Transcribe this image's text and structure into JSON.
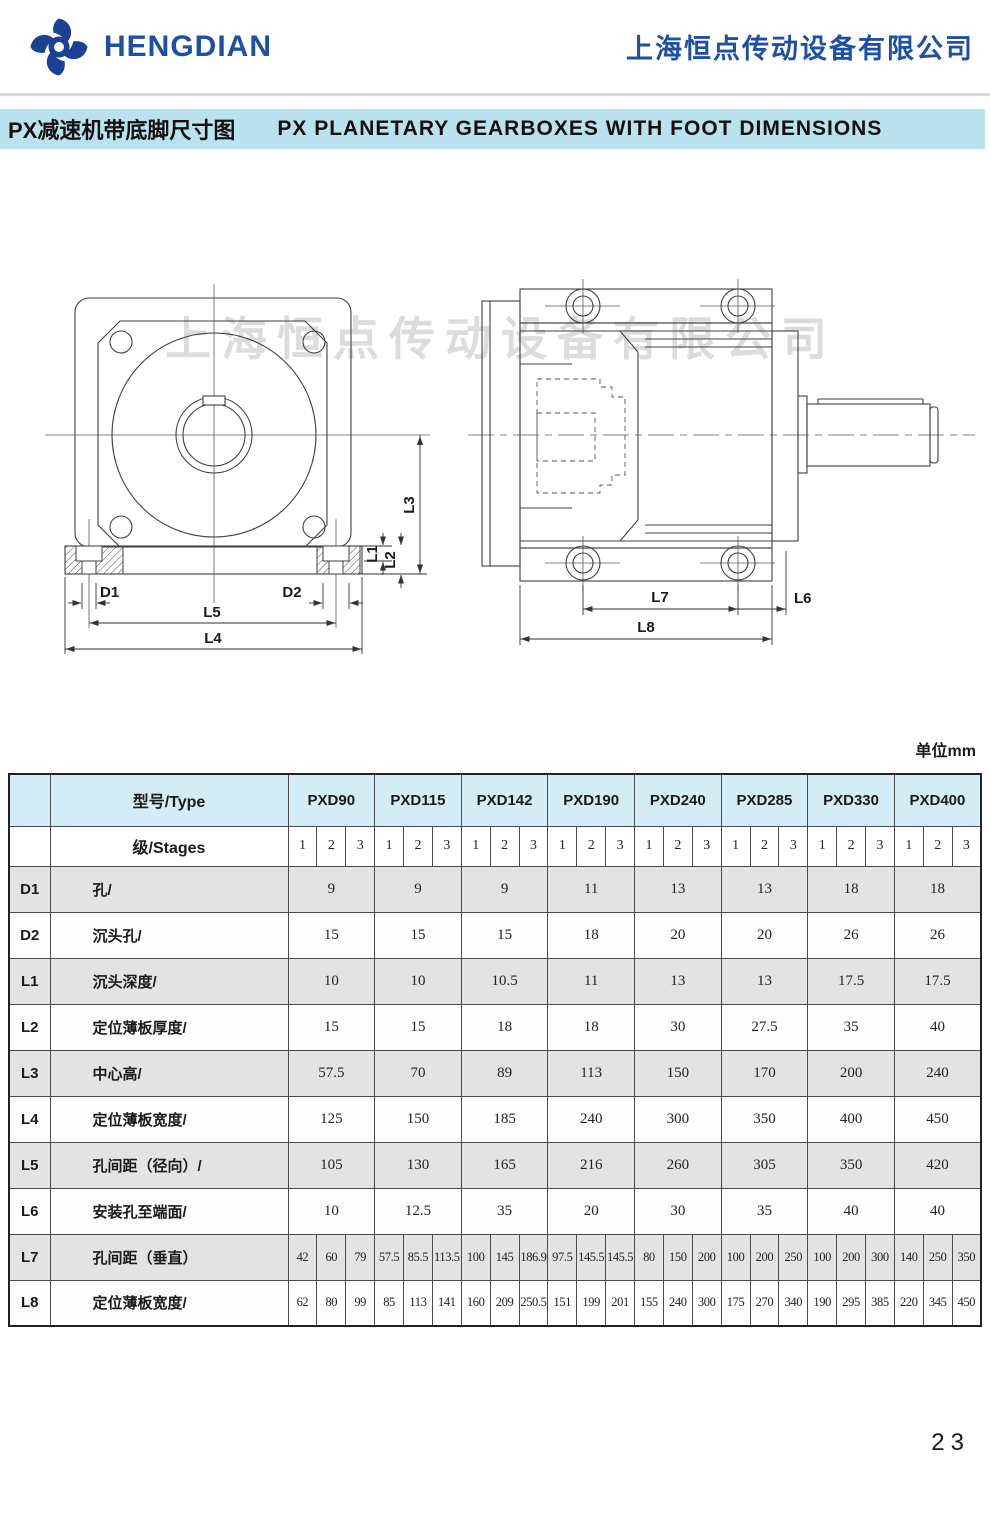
{
  "header": {
    "brand": "HENGDIAN",
    "company": "上海恒点传动设备有限公司"
  },
  "title": {
    "zh": "PX减速机带底脚尺寸图",
    "en": "PX PLANETARY GEARBOXES WITH FOOT DIMENSIONS"
  },
  "watermark": "上海恒点传动设备有限公司",
  "drawings": {
    "front": {
      "D1": "D1",
      "D2": "D2",
      "L5": "L5",
      "L4": "L4",
      "L1": "L1",
      "L2": "L2",
      "L3": "L3"
    },
    "side": {
      "L7": "L7",
      "L6": "L6",
      "L8": "L8"
    }
  },
  "units_note": "单位mm",
  "table": {
    "type_header": "型号/Type",
    "stages_header": "级/Stages",
    "models": [
      "PXD90",
      "PXD115",
      "PXD142",
      "PXD190",
      "PXD240",
      "PXD285",
      "PXD330",
      "PXD400"
    ],
    "stages": [
      "1",
      "2",
      "3"
    ],
    "rows": [
      {
        "key": "D1",
        "label": "孔/",
        "merged": true,
        "values": [
          "9",
          "9",
          "9",
          "11",
          "13",
          "13",
          "18",
          "18"
        ]
      },
      {
        "key": "D2",
        "label": "沉头孔/",
        "merged": true,
        "values": [
          "15",
          "15",
          "15",
          "18",
          "20",
          "20",
          "26",
          "26"
        ]
      },
      {
        "key": "L1",
        "label": "沉头深度/",
        "merged": true,
        "values": [
          "10",
          "10",
          "10.5",
          "11",
          "13",
          "13",
          "17.5",
          "17.5"
        ]
      },
      {
        "key": "L2",
        "label": "定位薄板厚度/",
        "merged": true,
        "values": [
          "15",
          "15",
          "18",
          "18",
          "30",
          "27.5",
          "35",
          "40"
        ]
      },
      {
        "key": "L3",
        "label": "中心高/",
        "merged": true,
        "values": [
          "57.5",
          "70",
          "89",
          "113",
          "150",
          "170",
          "200",
          "240"
        ]
      },
      {
        "key": "L4",
        "label": "定位薄板宽度/",
        "merged": true,
        "values": [
          "125",
          "150",
          "185",
          "240",
          "300",
          "350",
          "400",
          "450"
        ]
      },
      {
        "key": "L5",
        "label": "孔间距（径向）/",
        "merged": true,
        "values": [
          "105",
          "130",
          "165",
          "216",
          "260",
          "305",
          "350",
          "420"
        ]
      },
      {
        "key": "L6",
        "label": "安装孔至端面/",
        "merged": true,
        "values": [
          "10",
          "12.5",
          "35",
          "20",
          "30",
          "35",
          "40",
          "40"
        ]
      },
      {
        "key": "L7",
        "label": "孔间距（垂直）",
        "merged": false,
        "values": [
          "42",
          "60",
          "79",
          "57.5",
          "85.5",
          "113.5",
          "100",
          "145",
          "186.9",
          "97.5",
          "145.5",
          "145.5",
          "80",
          "150",
          "200",
          "100",
          "200",
          "250",
          "100",
          "200",
          "300",
          "140",
          "250",
          "350"
        ]
      },
      {
        "key": "L8",
        "label": "定位薄板宽度/",
        "merged": false,
        "values": [
          "62",
          "80",
          "99",
          "85",
          "113",
          "141",
          "160",
          "209",
          "250.5",
          "151",
          "199",
          "201",
          "155",
          "240",
          "300",
          "175",
          "270",
          "340",
          "190",
          "295",
          "385",
          "220",
          "345",
          "450"
        ]
      }
    ]
  },
  "page_number": "23",
  "colors": {
    "brand_blue": "#1d4fa5",
    "title_bar_bg": "#b9e2ee",
    "table_header_bg": "#d4ecf5",
    "row_gray": "#e3e3e3"
  }
}
